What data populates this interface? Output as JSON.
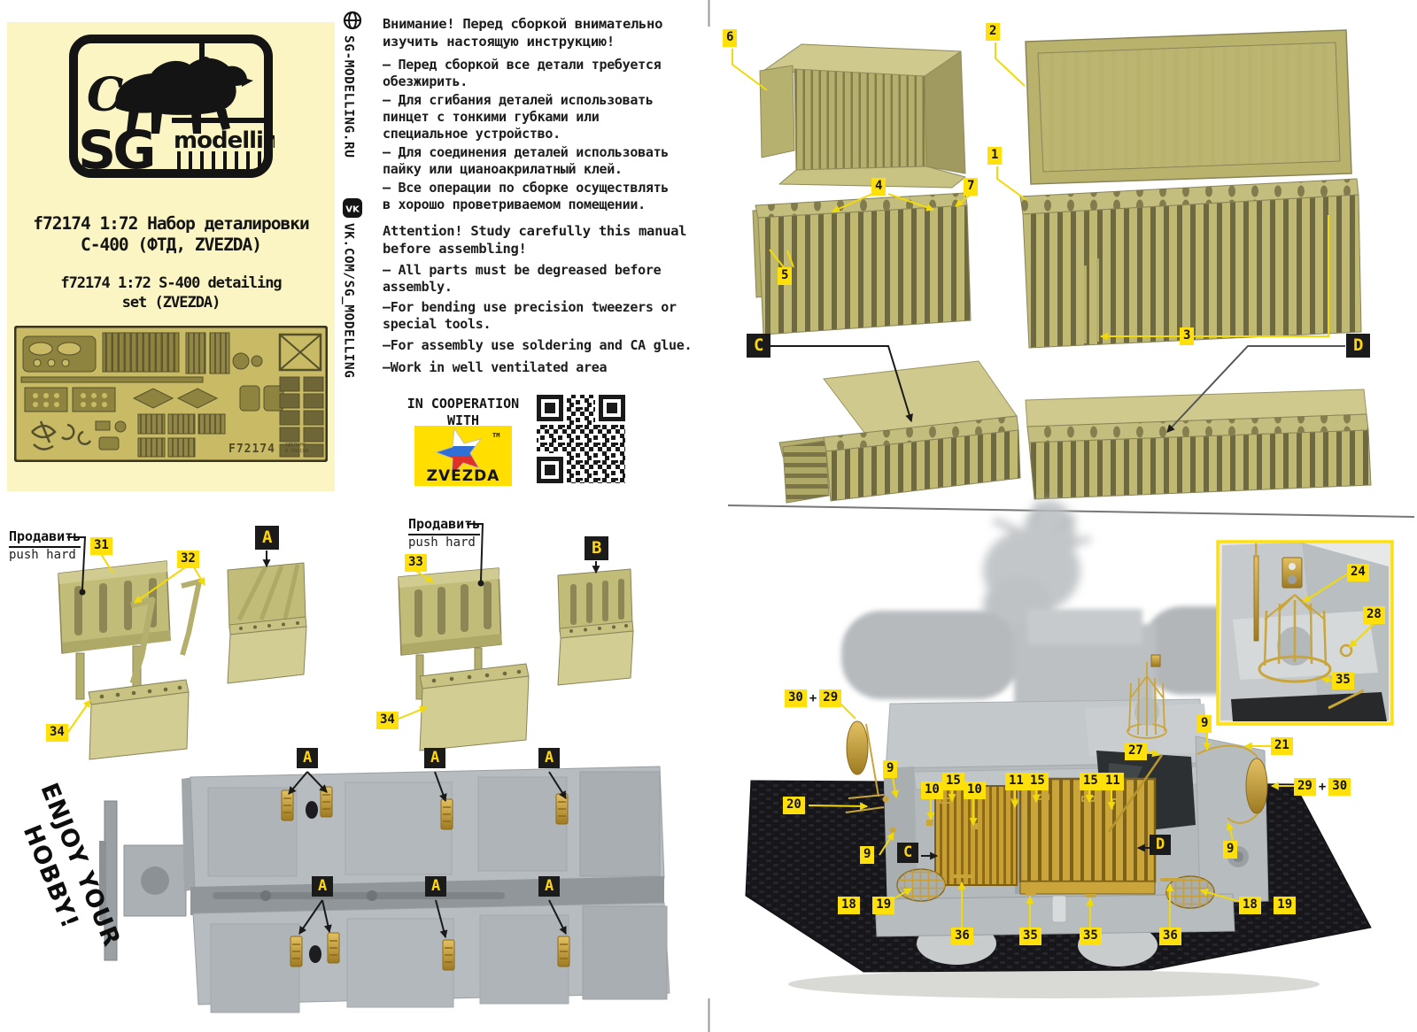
{
  "product": {
    "title_ru": "f72174 1:72 Набор деталировки\nС-400 (ФТД, ZVEZDA)",
    "title_en": "f72174 1:72 S-400 detailing\nset (ZVEZDA)",
    "logo_initials": "C.T.",
    "logo_sg": "SG",
    "logo_modelling": "modelling",
    "fret_code": "F72174",
    "fret_madein_1": "СДЕЛАНО",
    "fret_madein_2": "В РОССИИ"
  },
  "sidebar": {
    "site": "SG-MODELLING.RU",
    "vk": "VK.COM/SG_MODELLING"
  },
  "instructions_ru": {
    "heading": "Внимание! Перед сборкой внимательно\nизучить настоящую инструкцию!",
    "items": [
      "— Перед сборкой все детали требуется\nобезжирить.",
      "— Для сгибания деталей использовать\nпинцет с тонкими губками или\nспециальное устройство.",
      "— Для соединения деталей использовать\nпайку или цианоакрилатный клей.",
      "— Все операции по сборке осуществлять\nв хорошо проветриваемом помещении."
    ]
  },
  "instructions_en": {
    "heading": "Attention! Study carefully this manual\nbefore assembling!",
    "items": [
      "— All parts must be degreased before\nassembly.",
      "—For bending use precision tweezers or\nspecial tools.",
      "—For assembly use soldering and CA glue.",
      "—Work in well ventilated area"
    ]
  },
  "cooperation": {
    "label": "IN COOPERATION\nWITH",
    "brand": "ZVEZDA",
    "tm": "TM"
  },
  "push_hard": {
    "ru": "Продавить",
    "en": "push hard"
  },
  "enjoy": {
    "line1": "ENJOY YOUR",
    "line2": "HOBBY!"
  },
  "callouts": {
    "n1": "1",
    "n2": "2",
    "n3": "3",
    "n4": "4",
    "n5": "5",
    "n6": "6",
    "n7": "7",
    "n9": "9",
    "n10": "10",
    "n11": "11",
    "n15": "15",
    "n18": "18",
    "n19": "19",
    "n20": "20",
    "n21": "21",
    "n24": "24",
    "n27": "27",
    "n28": "28",
    "n29": "29",
    "n30": "30",
    "n31": "31",
    "n32": "32",
    "n33": "33",
    "n34": "34",
    "n35": "35",
    "n36": "36",
    "plus": "+",
    "A": "A",
    "B": "B",
    "C": "C",
    "D": "D"
  }
}
